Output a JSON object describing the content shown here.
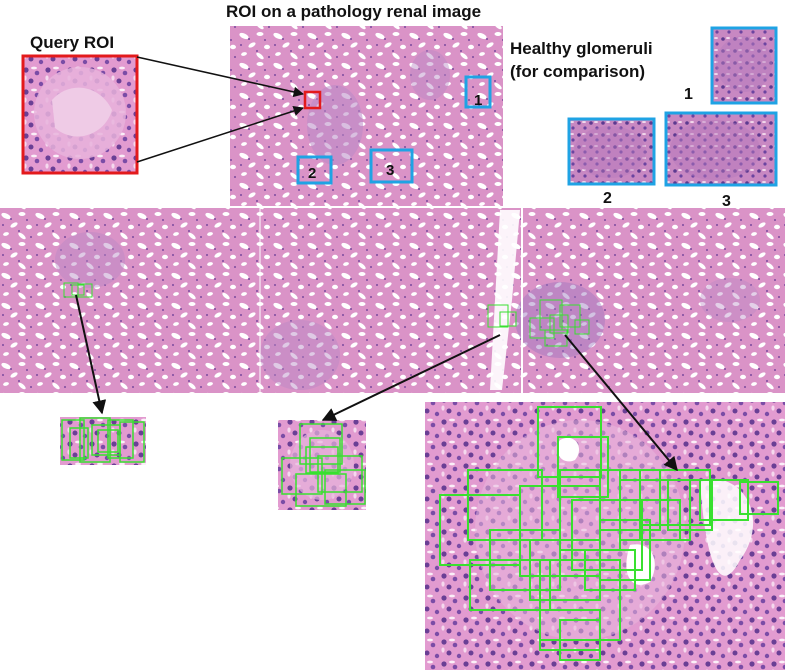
{
  "header": {
    "title": "ROI on a pathology renal image"
  },
  "query": {
    "label": "Query ROI"
  },
  "healthy": {
    "label_line1": "Healthy glomeruli",
    "label_line2": "(for comparison)",
    "items": [
      {
        "number": "1"
      },
      {
        "number": "2"
      },
      {
        "number": "3"
      }
    ]
  },
  "overview_markers": [
    {
      "number": "1"
    },
    {
      "number": "2"
    },
    {
      "number": "3"
    }
  ],
  "colors": {
    "query_box": "#e31a1c",
    "healthy_box": "#1fa3e4",
    "match_box": "#39e030",
    "arrow": "#111111",
    "tissue_bg": "#d98fc4",
    "tissue_dark": "#8a5aa8",
    "lumen": "#ffffff"
  }
}
